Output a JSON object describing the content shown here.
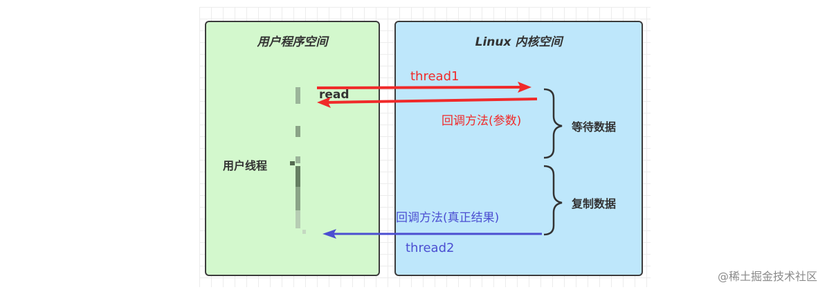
{
  "user_space": {
    "title": "用户程序空间",
    "thread_label": "用户线程",
    "read_label": "read"
  },
  "kernel_space": {
    "title": "Linux 内核空间",
    "wait_label": "等待数据",
    "copy_label": "复制数据"
  },
  "arrows": {
    "thread1": "thread1",
    "callback_param": "回调方法(参数)",
    "callback_result": "回调方法(真正结果)",
    "thread2": "thread2"
  },
  "watermark": "@稀土掘金技术社区",
  "colors": {
    "user_bg": "#d3f8cd",
    "kernel_bg": "#bee7fb",
    "red": "#f02a2a",
    "blue": "#4b4ed1"
  }
}
